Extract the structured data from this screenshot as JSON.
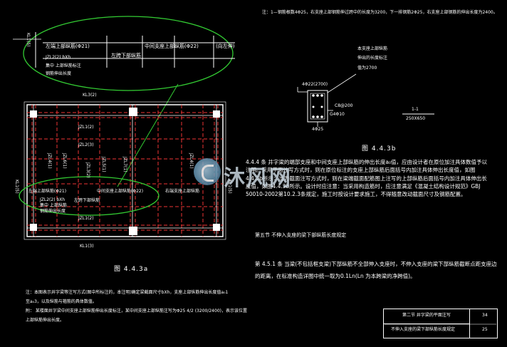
{
  "top_note": "注：1—钢筋根数4Φ25，右支座上部钢筋伸过跨中的长度为3200，下一排钢筋2Φ25，右支座上部钢筋的伸出长度为2400。",
  "detail_callout": {
    "beam_end_top": "左端上部纵筋(Φ21)",
    "beam_mid_top": "中间支座上部纵筋(Φ22)",
    "beam_right": "(向左伸)",
    "beam_bottom": "左跨下部纵筋",
    "jzl": "JZL2(2) bXh",
    "note1": "集中  上部纵筋标注",
    "note2": "钢筋伸出长度",
    "kl_label": "KL1(5)"
  },
  "plan": {
    "kl3": "KL3(2)",
    "kl1_left": "KL1(5)",
    "kl1_right": "KL1(5)",
    "kl1_bottom": "KL1(3)",
    "jzl_labels": [
      "JZL1(2)",
      "JZL2(3)",
      "JZL3(2)",
      "JZL5(1)",
      "JZL4(1)",
      "JZL6(1)",
      "JZL7(1)",
      "JZL4(1)",
      "JZL1(2)"
    ],
    "sub_left": "左端上部纵筋(Φ21)",
    "sub_mid": "中间支座上部纵筋(Φ22)",
    "sub_right": "右端支座上部纵筋",
    "sub_bottom": "左跨下部纵筋",
    "sub_jzl": "JZL2(2) bXh",
    "sub_note1": "集中  上部纵筋",
    "sub_note2": "钢筋伸出长度",
    "jzl_under": "JZL1(2)"
  },
  "fig_a_caption": "图  4.4.3a",
  "section": {
    "top_bar": "4Φ22(2700)",
    "side": "C8@200",
    "g_bar": "G4Φ10",
    "bottom_bar": "4Φ25",
    "note_a": "本支座上部纵筋",
    "note_b": "伸出的长度标注",
    "note_c": "值为2700",
    "section_label": "1-1",
    "section_size": "250X650"
  },
  "fig_b_caption": "图  4.4.3b",
  "para1": "4.4.4  条  井字梁的端部支座和中间支座上部纵筋的伸出长度a₀值，应由设计者在原位加注具体数值予以注明。采用平面注写方式时，则在原位标注的支座上部纵筋后面括号内加注具体伸出长度值，如图4.4.3b所示；当为截面注写方式时，则在梁端截面配筋图上注写的上部纵筋后面括号内加注具体伸出长度值，如图4.4.3b所示。设计时应注意：当采用构造筋时，应注意满足《混凝土结构设计规范》GBJ 50010-2002第10.2.3条规定，施工时按设计要求施工，不得随意改动截面尺寸及钢筋配置。",
  "section5_title": "第五节    不伸入支座的梁下部纵筋长度规定",
  "para2": "第 4.5.1 条    当梁(不包括框支梁)下部纵筋不全部伸入支座时，不伸入支座的梁下部纵筋截断点距支座边的距离，在标准构造详图中统一取为0.1Ln(Ln  为本跨梁的净跨值)。",
  "bottom_note1": "注：本图表示井字梁等注写方式(图中所标注的，本注明)确定梁截面尺寸bXh，支座上部纵筋伸出长度值a₀1",
  "bottom_note2": "至a₀3，以及纵筋与箍筋的具体数值。",
  "bottom_note3": "附：  某楼面井字梁中间支座上部纵筋伸出长度标注，某中间支座上部纵筋注写为Φ25 4/2 (3200/2400)，表示该位置",
  "bottom_note4": "上部纵筋伸出长度。",
  "title_block": {
    "line1": "第二节 井字梁的平面注写",
    "line2": "不伸入支座的梁下部纵筋长度规定",
    "page_a": "34",
    "page_b": "25"
  },
  "watermark": "沐风网"
}
